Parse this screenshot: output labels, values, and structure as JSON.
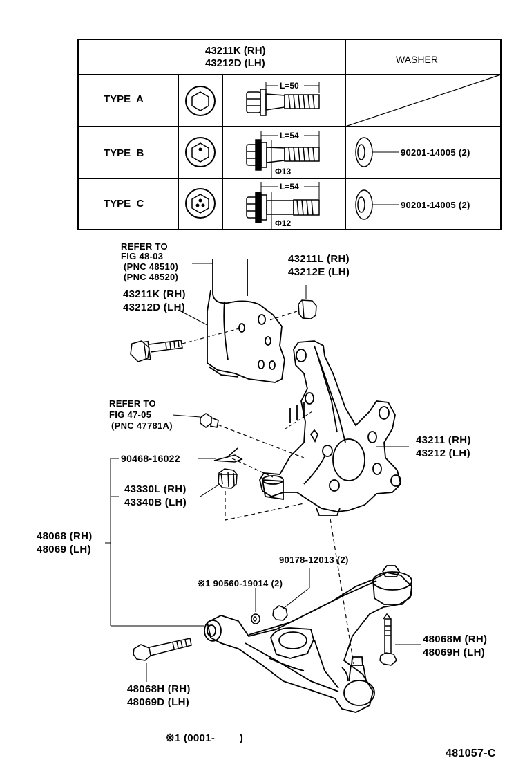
{
  "table": {
    "header_part_rh": "43211K (RH)",
    "header_part_lh": "43212D (LH)",
    "header_washer": "WASHER",
    "rows": [
      {
        "type": "TYPE  A",
        "length": "L=50",
        "diameter": "",
        "washer_part": ""
      },
      {
        "type": "TYPE  B",
        "length": "L=54",
        "diameter": "Φ13",
        "washer_part": "90201-14005 (2)"
      },
      {
        "type": "TYPE  C",
        "length": "L=54",
        "diameter": "Φ12",
        "washer_part": "90201-14005 (2)"
      }
    ]
  },
  "labels": {
    "refer_4803": [
      "REFER TO",
      "FIG 48-03",
      "(PNC 48510)",
      "(PNC 48520)"
    ],
    "bolt_rh": "43211K (RH)",
    "bolt_lh": "43212D (LH)",
    "nut_rh": "43211L (RH)",
    "nut_lh": "43212E (LH)",
    "refer_4705": [
      "REFER TO",
      "FIG 47-05",
      "(PNC 47781A)"
    ],
    "cotter_pin": "90468-16022",
    "castle_nut_rh": "43330L (RH)",
    "castle_nut_lh": "43340B (LH)",
    "knuckle_rh": "43211 (RH)",
    "knuckle_lh": "43212 (LH)",
    "arm_rh": "48068 (RH)",
    "arm_lh": "48069 (LH)",
    "nut_90178": "90178-12013 (2)",
    "washer_90560": "※1 90560-19014 (2)",
    "bolt_m_rh": "48068M (RH)",
    "bolt_m_lh": "48069H (LH)",
    "bolt_h_rh": "48068H (RH)",
    "bolt_h_lh": "48069D (LH)",
    "footnote": "※1 (0001-        )",
    "figure_code": "481057-C"
  }
}
